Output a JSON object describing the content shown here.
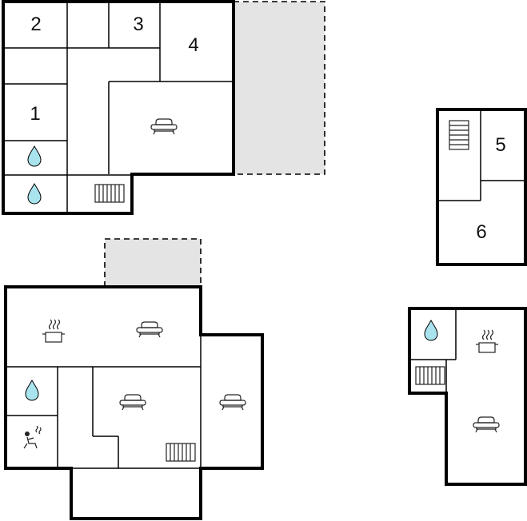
{
  "room_labels": {
    "r1": "1",
    "r2": "2",
    "r3": "3",
    "r4": "4",
    "r5": "5",
    "r6": "6"
  },
  "colors": {
    "wall": "#000000",
    "terrace_fill": "#e4e4e4",
    "water_drop": "#a9e3ee",
    "background": "#ffffff"
  },
  "icons": {
    "bathroom": "water-drop-icon",
    "living_room": "sofa-icon",
    "kitchen": "cooking-pot-icon",
    "radiator": "radiator-icon",
    "sauna": "sauna-icon",
    "stairs": "stairs-icon"
  }
}
